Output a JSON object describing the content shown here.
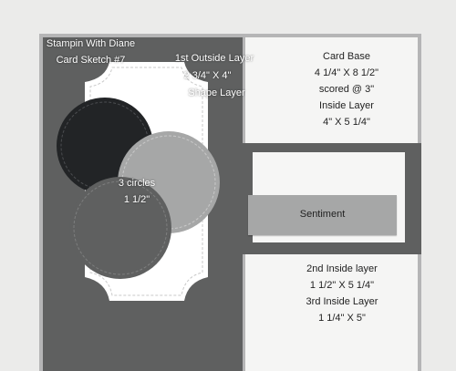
{
  "front_notes": {
    "brand_line": "Stampin With Diane",
    "sketch_line": "Card Sketch #7",
    "outside_layer_line1": "1st Outside Layer",
    "outside_layer_line2": "2 3/4\" X 4\"",
    "outside_layer_line3": "Shape Layer",
    "circles_line1": "3 circles",
    "circles_line2": "1 1/2\""
  },
  "card_base": {
    "line1": "Card Base",
    "line2": "4 1/4\" X 8 1/2\"",
    "line3": "scored @ 3\"",
    "line4": "Inside Layer",
    "line5": "4\" X 5 1/4\""
  },
  "sentiment": "Sentiment",
  "inside_notes": {
    "line1": "2nd Inside layer",
    "line2": "1 1/2\" X 5 1/4\"",
    "line3": "3rd Inside Layer",
    "line4": "1 1/4\" X 5\""
  },
  "colors": {
    "background": "#ebebea",
    "dark_gray": "#5f6060",
    "medium_gray": "#a6a7a7",
    "light_gray": "#b5b5b6",
    "black": "#222426",
    "white": "#f5f5f4"
  }
}
